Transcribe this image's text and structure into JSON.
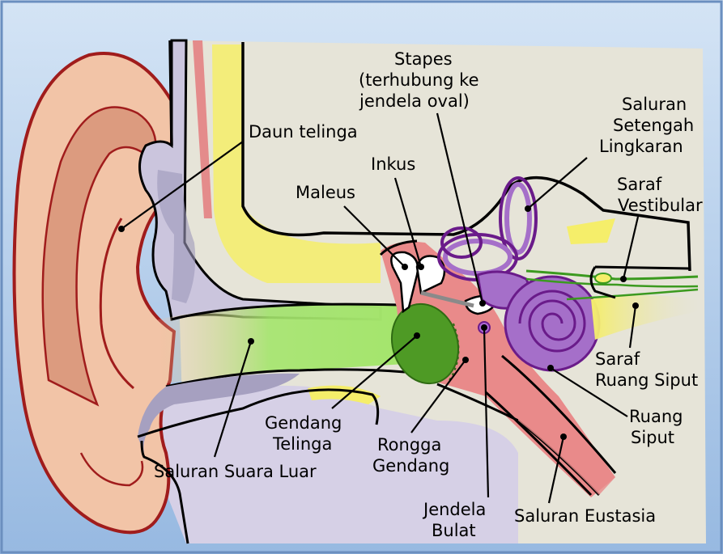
{
  "labels": {
    "daun_telinga": "Daun telinga",
    "stapes_1": "Stapes",
    "stapes_2": "(terhubung ke",
    "stapes_3": "jendela oval)",
    "inkus": "Inkus",
    "maleus": "Maleus",
    "saluran_setengah_1": "Saluran",
    "saluran_setengah_2": "Setengah",
    "saluran_setengah_3": "Lingkaran",
    "saraf_vestibular_1": "Saraf",
    "saraf_vestibular_2": "Vestibular",
    "saraf_ruang_siput_1": "Saraf",
    "saraf_ruang_siput_2": "Ruang Siput",
    "ruang_siput_1": "Ruang",
    "ruang_siput_2": "Siput",
    "gendang_telinga_1": "Gendang",
    "gendang_telinga_2": "Telinga",
    "rongga_gendang_1": "Rongga",
    "rongga_gendang_2": "Gendang",
    "saluran_suara_luar": "Saluran Suara Luar",
    "jendela_bulat_1": "Jendela",
    "jendela_bulat_2": "Bulat",
    "saluran_eustasia": "Saluran Eustasia"
  },
  "colors": {
    "background_top": "#cfe0f3",
    "background_bottom": "#9dbde3",
    "frame": "#6b8fbf",
    "skin": "#f2c4a7",
    "skin_dark": "#d99477",
    "ear_outline": "#a01c1c",
    "tissue": "#e5e3d6",
    "cartilage": "#c9c3dc",
    "bone_yellow": "#f5ee6a",
    "canal_green": "#a4e56c",
    "eardrum": "#4e9a25",
    "cavity_red": "#e98a8a",
    "cochlea": "#a56fc9",
    "cochlea_outline": "#6a1b8a",
    "nerve": "#3b9a1f"
  }
}
